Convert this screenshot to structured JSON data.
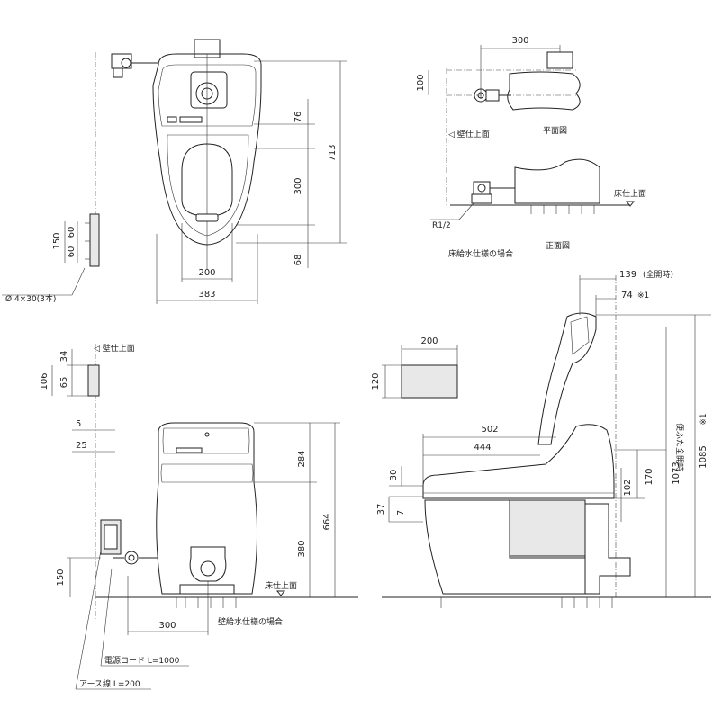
{
  "top_view": {
    "dims": {
      "d76": "76",
      "d300": "300",
      "d713": "713",
      "d68": "68",
      "d200": "200",
      "d383": "383"
    },
    "bracket_dims": {
      "d150": "150",
      "d60a": "60",
      "d60b": "60"
    },
    "screw_note": "Ø 4×30(3本)"
  },
  "floor_plan": {
    "dims": {
      "d300": "300",
      "d100": "100"
    },
    "labels": {
      "wall": "◁ 壁仕上面",
      "plan": "平面図",
      "floor": "床仕上面",
      "r12": "R1/2",
      "floor_supply": "床給水仕様の場合",
      "front": "正面図"
    }
  },
  "front_view": {
    "dims": {
      "d34": "34",
      "d106": "106",
      "d65": "65",
      "d5": "5",
      "d25": "25",
      "d284": "284",
      "d664": "664",
      "d380": "380",
      "d150": "150",
      "d300": "300"
    },
    "labels": {
      "wall": "◁ 壁仕上面",
      "floor": "床仕上面",
      "wall_supply": "壁給水仕様の場合",
      "power_cord": "電源コード L=1000",
      "earth_wire": "アース線 L=200"
    }
  },
  "remote": {
    "dims": {
      "d200": "200",
      "d120": "120"
    }
  },
  "side_view": {
    "dims": {
      "d139": "139",
      "d139_note": "(全開時)",
      "d74": "74",
      "d74_note": "※1",
      "d502": "502",
      "d444": "444",
      "d30": "30",
      "d37": "37",
      "d7": "7",
      "d102": "102",
      "d170": "170",
      "d1073": "1073",
      "d1085": "1085",
      "d1085_note": "※1"
    },
    "labels": {
      "seat_open": "便ふた全開時"
    }
  }
}
